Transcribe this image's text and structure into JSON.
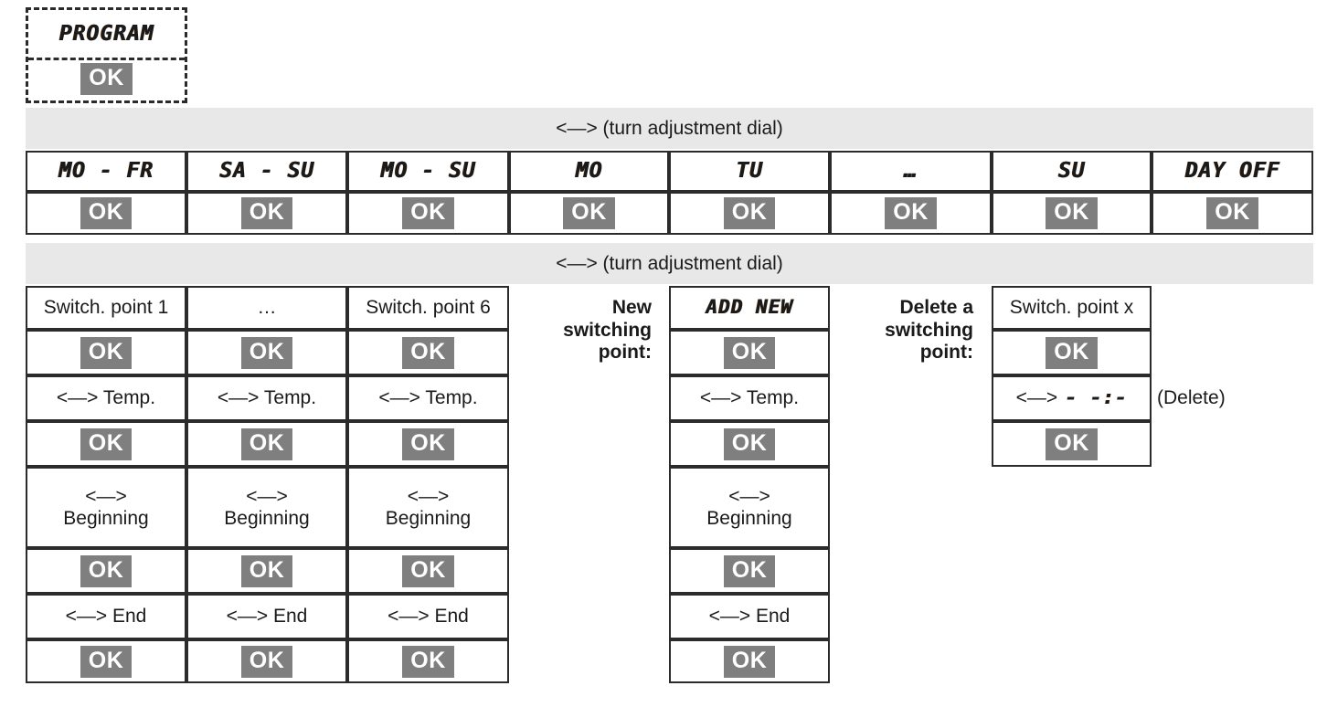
{
  "program": {
    "lcd_label": "PROGRAM",
    "ok_label": "OK"
  },
  "ok_label": "OK",
  "bands": [
    {
      "text": "<—> (turn adjustment dial)"
    },
    {
      "text": "<—> (turn adjustment dial)"
    }
  ],
  "day_row": {
    "cells": [
      {
        "lcd": "MO - FR",
        "ok": "OK"
      },
      {
        "lcd": "SA - SU",
        "ok": "OK"
      },
      {
        "lcd": "MO - SU",
        "ok": "OK"
      },
      {
        "lcd": "MO",
        "ok": "OK"
      },
      {
        "lcd": "TU",
        "ok": "OK"
      },
      {
        "lcd": "…",
        "ok": "OK"
      },
      {
        "lcd": "SU",
        "ok": "OK"
      },
      {
        "lcd": "DAY OFF",
        "ok": "OK"
      }
    ]
  },
  "switch_points": {
    "columns": [
      {
        "title": "Switch. point 1",
        "ok1": "OK",
        "temp": "<—> Temp.",
        "ok2": "OK",
        "beginning_arrow": "<—>",
        "beginning": "Beginning",
        "ok3": "OK",
        "end": "<—> End",
        "ok4": "OK"
      },
      {
        "title": "…",
        "ok1": "OK",
        "temp": "<—> Temp.",
        "ok2": "OK",
        "beginning_arrow": "<—>",
        "beginning": "Beginning",
        "ok3": "OK",
        "end": "<—> End",
        "ok4": "OK"
      },
      {
        "title": "Switch. point 6",
        "ok1": "OK",
        "temp": "<—> Temp.",
        "ok2": "OK",
        "beginning_arrow": "<—>",
        "beginning": "Beginning",
        "ok3": "OK",
        "end": "<—> End",
        "ok4": "OK"
      }
    ]
  },
  "new_switching_point": {
    "label": "New switching point:",
    "label_lines": [
      "New",
      "switching",
      "point:"
    ],
    "title_lcd": "ADD NEW",
    "ok1": "OK",
    "temp": "<—> Temp.",
    "ok2": "OK",
    "beginning_arrow": "<—>",
    "beginning": "Beginning",
    "ok3": "OK",
    "end": "<—> End",
    "ok4": "OK"
  },
  "delete_switching_point": {
    "label": "Delete a switching point:",
    "label_lines": [
      "Delete a",
      "switching",
      "point:"
    ],
    "title": "Switch. point x",
    "ok1": "OK",
    "dashes_arrow": "<—>",
    "dashes_lcd": "- -:-",
    "ok2": "OK",
    "note": "(Delete)"
  },
  "colors": {
    "ok_badge_bg": "#7f7f7f",
    "ok_badge_text": "#ffffff",
    "band_bg": "#e8e8e8",
    "border": "#2b2b2b",
    "text": "#1a1a1a"
  }
}
